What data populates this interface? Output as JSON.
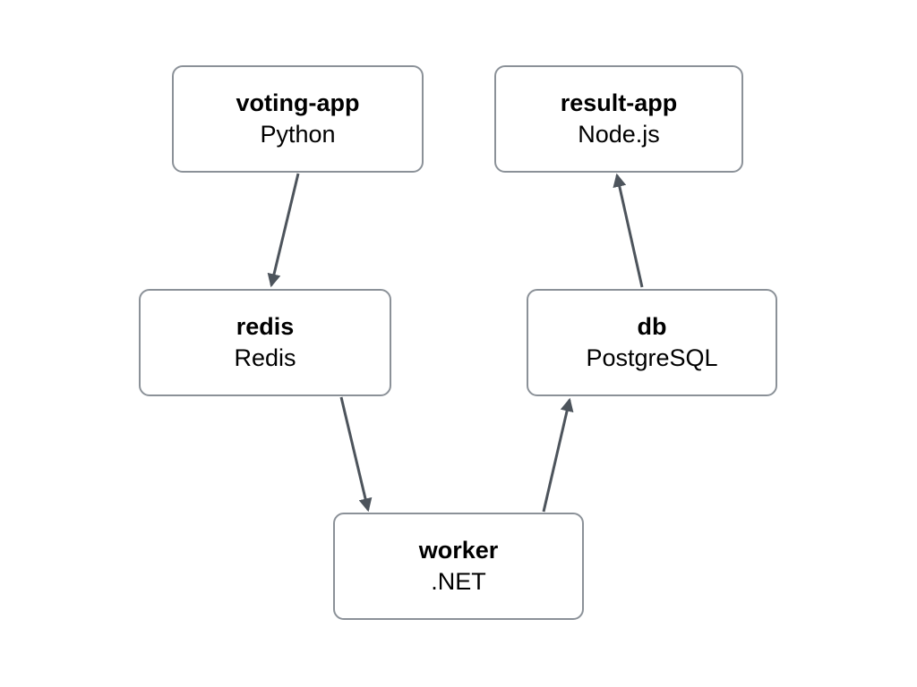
{
  "diagram": {
    "nodes": [
      {
        "id": "voting-app",
        "title": "voting-app",
        "subtitle": "Python"
      },
      {
        "id": "result-app",
        "title": "result-app",
        "subtitle": "Node.js"
      },
      {
        "id": "redis",
        "title": "redis",
        "subtitle": "Redis"
      },
      {
        "id": "db",
        "title": "db",
        "subtitle": "PostgreSQL"
      },
      {
        "id": "worker",
        "title": "worker",
        "subtitle": ".NET"
      }
    ],
    "edges": [
      {
        "from": "voting-app",
        "to": "redis"
      },
      {
        "from": "redis",
        "to": "worker"
      },
      {
        "from": "worker",
        "to": "db"
      },
      {
        "from": "db",
        "to": "result-app"
      }
    ],
    "colors": {
      "background": "#ffffff",
      "node_fill": "#ffffff",
      "node_border": "#8b9198",
      "arrow": "#4d545c",
      "text": "#000000"
    }
  }
}
